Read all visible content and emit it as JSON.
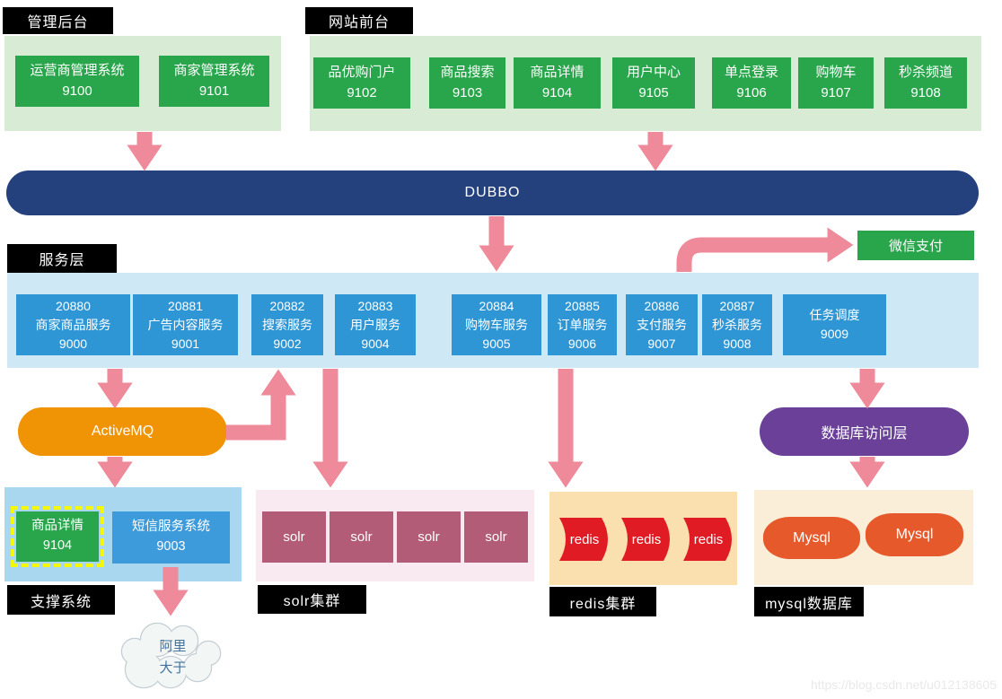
{
  "palette": {
    "arrow": "#ee8a99",
    "green_box": "#29a64b",
    "green_container": "#d7ebd5",
    "dubbo_bar": "#24417e",
    "blue_box": "#2e96d5",
    "blue_container": "#cfe8f6",
    "support_container": "#a8d7ef",
    "sms_box": "#3d9bdb",
    "activemq": "#f09304",
    "dbaccess": "#6a4099",
    "solr_box": "#b25c77",
    "solr_container": "#f9e9f0",
    "redis_shape": "#e01b24",
    "redis_container": "#fadfaf",
    "mysql_shape": "#e6592b",
    "mysql_container": "#fbeed8",
    "label_bg": "#000000",
    "highlight_border": "#f4f70a",
    "cloud_text": "#41719c"
  },
  "admin": {
    "label": "管理后台",
    "boxes": [
      {
        "title": "运营商管理系统",
        "port": "9100"
      },
      {
        "title": "商家管理系统",
        "port": "9101"
      }
    ]
  },
  "front": {
    "label": "网站前台",
    "boxes": [
      {
        "title": "品优购门户",
        "port": "9102"
      },
      {
        "title": "商品搜索",
        "port": "9103"
      },
      {
        "title": "商品详情",
        "port": "9104"
      },
      {
        "title": "用户中心",
        "port": "9105"
      },
      {
        "title": "单点登录",
        "port": "9106"
      },
      {
        "title": "购物车",
        "port": "9107"
      },
      {
        "title": "秒杀频道",
        "port": "9108"
      }
    ]
  },
  "dubbo": {
    "label": "DUBBO"
  },
  "wechat": {
    "label": "微信支付"
  },
  "services": {
    "label": "服务层",
    "boxes": [
      {
        "lines": [
          "20880",
          "商家商品服务",
          "9000"
        ]
      },
      {
        "lines": [
          "20881",
          "广告内容服务",
          "9001"
        ]
      },
      {
        "lines": [
          "20882",
          "搜索服务",
          "9002"
        ]
      },
      {
        "lines": [
          "20883",
          "用户服务",
          "9004"
        ]
      },
      {
        "lines": [
          "20884",
          "购物车服务",
          "9005"
        ]
      },
      {
        "lines": [
          "20885",
          "订单服务",
          "9006"
        ]
      },
      {
        "lines": [
          "20886",
          "支付服务",
          "9007"
        ]
      },
      {
        "lines": [
          "20887",
          "秒杀服务",
          "9008"
        ]
      },
      {
        "lines": [
          "任务调度",
          "9009"
        ]
      }
    ]
  },
  "activemq": {
    "label": "ActiveMQ"
  },
  "dbaccess": {
    "label": "数据库访问层"
  },
  "support": {
    "label": "支撑系统",
    "boxes": [
      {
        "title": "商品详情",
        "port": "9104"
      },
      {
        "title": "短信服务系统",
        "port": "9003"
      }
    ]
  },
  "cloud": {
    "line1": "阿里",
    "line2": "大于"
  },
  "solr": {
    "label": "solr集群",
    "items": [
      "solr",
      "solr",
      "solr",
      "solr"
    ]
  },
  "redis": {
    "label": "redis集群",
    "items": [
      "redis",
      "redis",
      "redis"
    ]
  },
  "mysql": {
    "label": "mysql数据库",
    "items": [
      "Mysql",
      "Mysql"
    ]
  },
  "watermark": "https://blog.csdn.net/u012138605"
}
